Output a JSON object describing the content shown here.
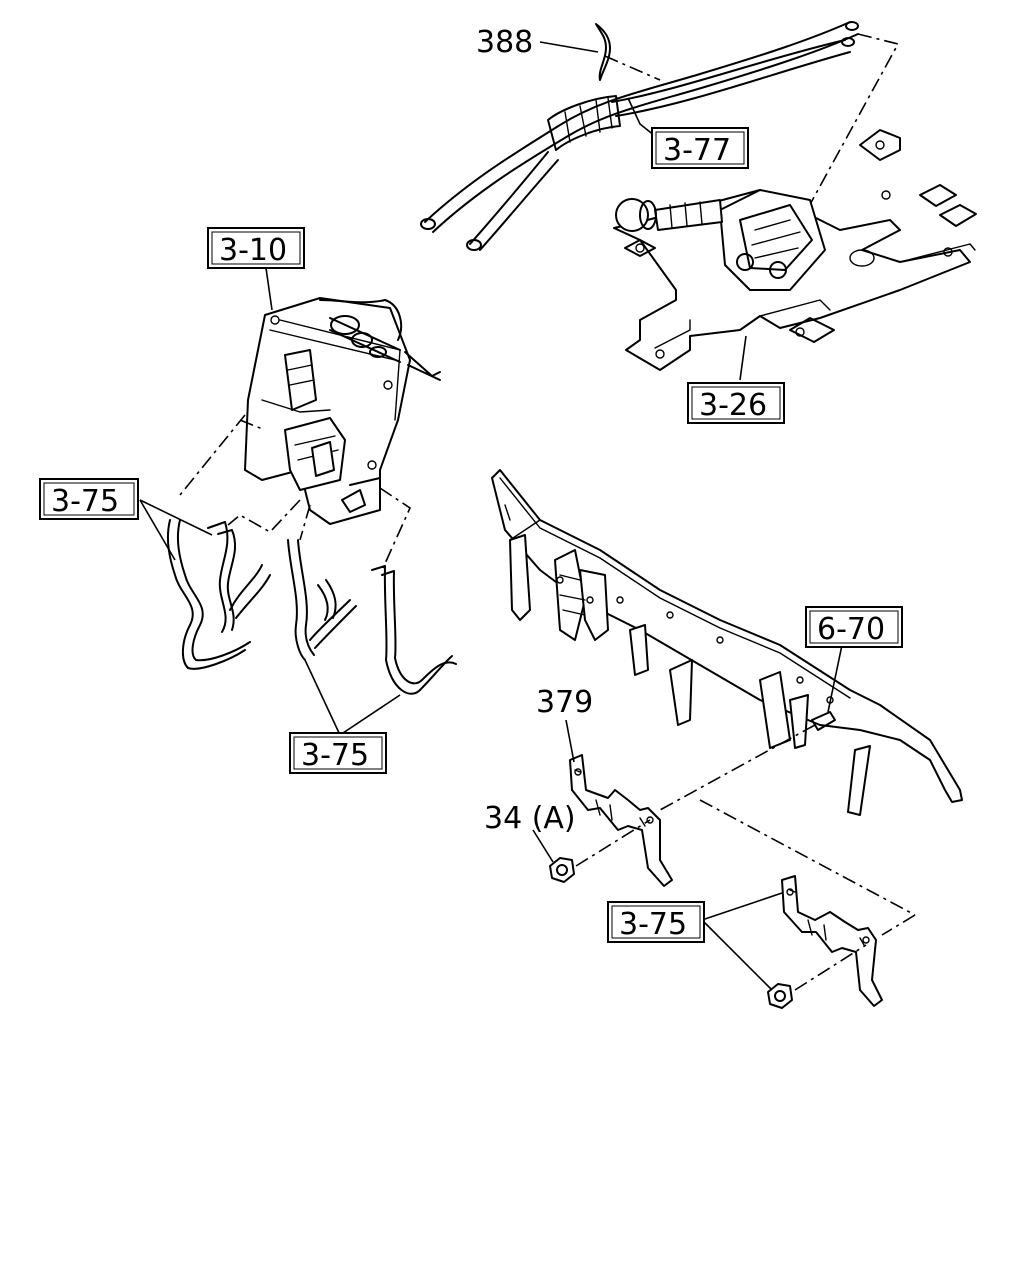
{
  "labels": {
    "ref_388": "388",
    "ref_3_77": "3-77",
    "ref_3_10": "3-10",
    "ref_3_26": "3-26",
    "ref_3_75_left": "3-75",
    "ref_3_75_bottom": "3-75",
    "ref_6_70": "6-70",
    "ref_379": "379",
    "ref_34a": "34 (A)",
    "ref_3_75_lower": "3-75"
  }
}
